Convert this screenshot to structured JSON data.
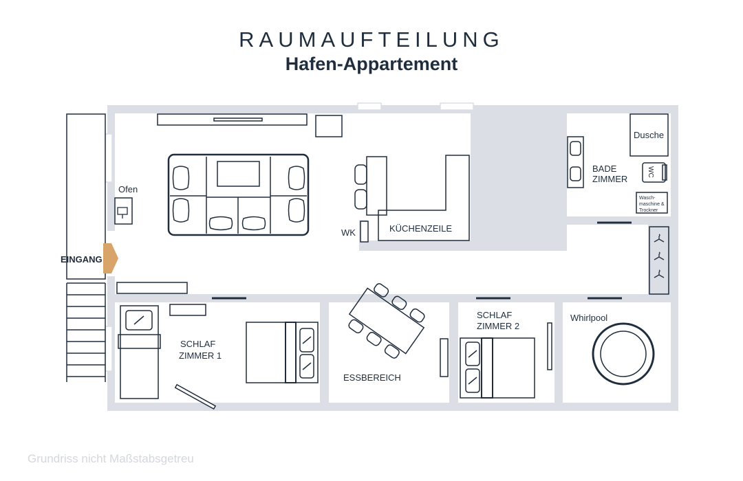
{
  "title": {
    "line1": "RAUMAUFTEILUNG",
    "line2": "Hafen-Appartement"
  },
  "rooms": {
    "entrance": "EINGANG",
    "stove": "Ofen",
    "wardrobe_cabinet": "WK",
    "kitchen": "KÜCHENZEILE",
    "bathroom_line1": "BADE",
    "bathroom_line2": "ZIMMER",
    "shower": "Dusche",
    "toilet": "WC",
    "washer_line1": "Wasch-",
    "washer_line2": "maschine &",
    "washer_line3": "Trockner",
    "bedroom1_line1": "SCHLAF",
    "bedroom1_line2": "ZIMMER 1",
    "dining": "ESSBEREICH",
    "bedroom2_line1": "SCHLAF",
    "bedroom2_line2": "ZIMMER 2",
    "whirlpool": "Whirlpool"
  },
  "footer": {
    "disclaimer": "Grundriss nicht Maßstabsgetreu"
  },
  "colors": {
    "wall": "#dcdee6",
    "line": "#1f2d3d",
    "door": "#d9a46a",
    "muted_text": "#d4d7dd"
  }
}
